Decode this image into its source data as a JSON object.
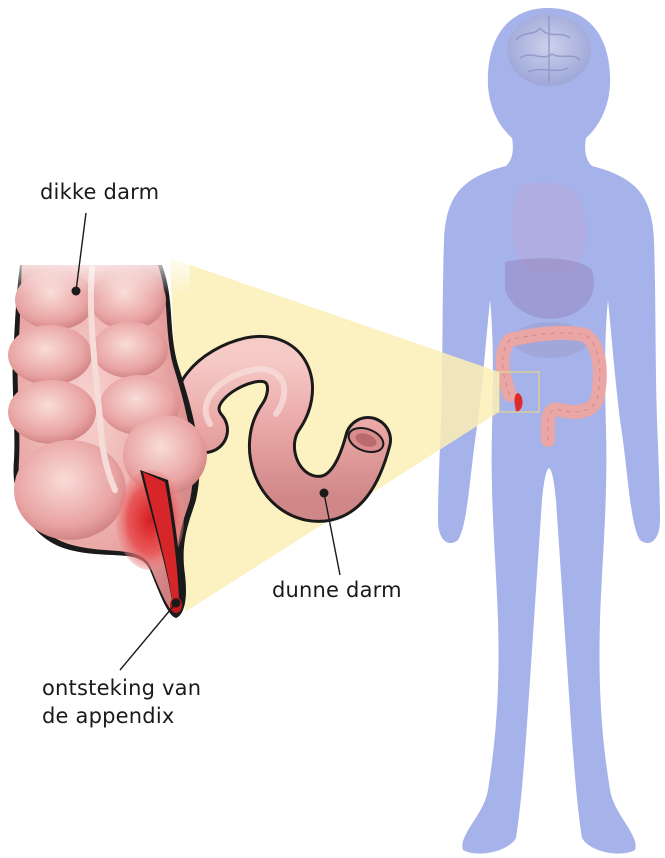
{
  "labels": {
    "large_intestine": "dikke darm",
    "small_intestine": "dunne darm",
    "appendix_line1": "ontsteking van",
    "appendix_line2": "de appendix"
  },
  "colors": {
    "body": "#a6b2ea",
    "callout": "#fbeeb6",
    "colon": "#e9a6a5",
    "colon_dark": "#cf7c7c",
    "inflamed": "#dd2a2a",
    "brain": "#b8bee3",
    "text": "#1a1a1a"
  },
  "icons": [
    "human-body-silhouette",
    "brain-icon",
    "colon-icon",
    "appendix-icon",
    "small-intestine-icon"
  ]
}
